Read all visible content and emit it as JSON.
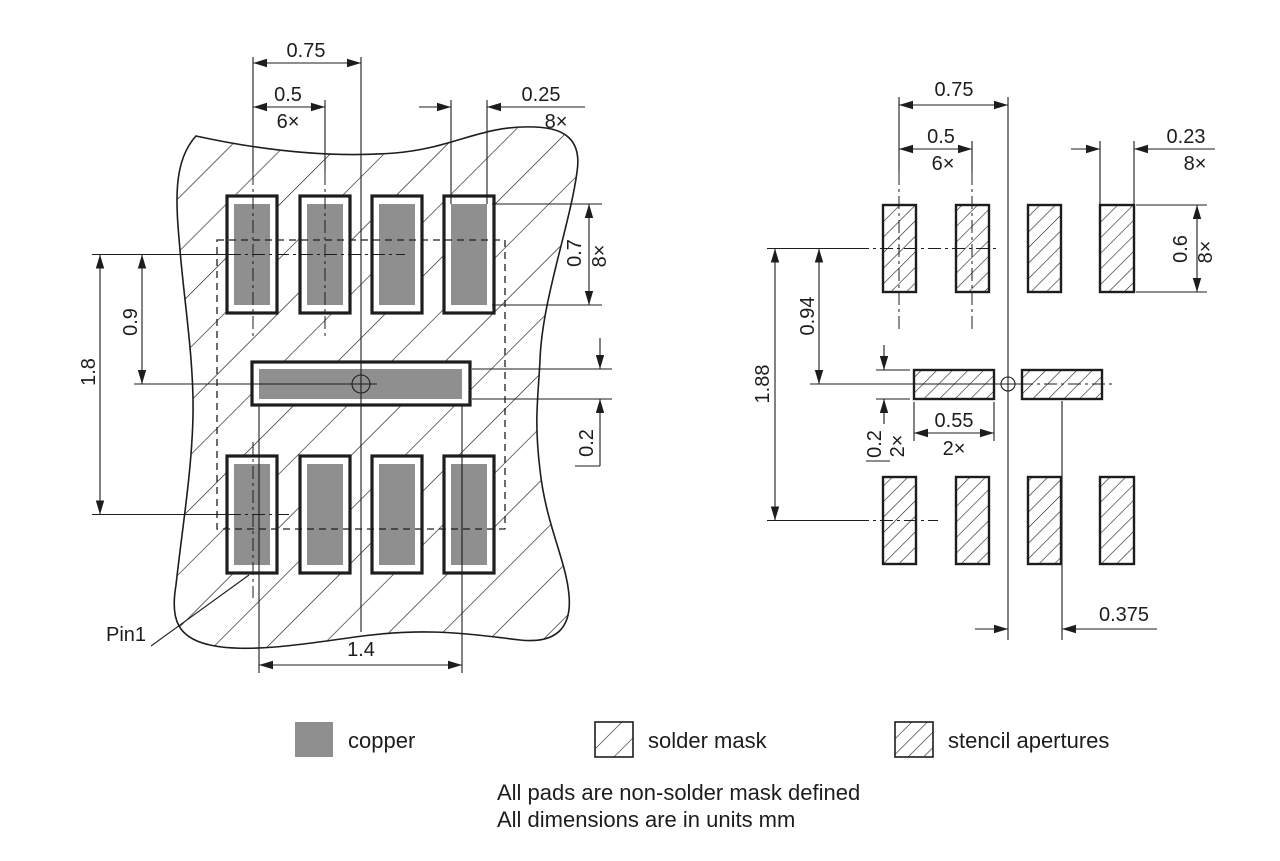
{
  "colors": {
    "copper": "#8f8f8f",
    "line": "#1d1d1d",
    "background": "#ffffff"
  },
  "left_drawing": {
    "pin1_label": "Pin1",
    "dim_pad_center_to_origin": "0.75",
    "dim_pad_pitch": "0.5",
    "count_pad_pitch": "6×",
    "dim_pad_width": "0.25",
    "count_pad_width": "8×",
    "dim_pad_height": "0.7",
    "count_pad_height": "8×",
    "dim_row_offset": "0.9",
    "dim_row_span": "1.8",
    "dim_center_pad_height": "0.2",
    "dim_center_pad_length": "1.4"
  },
  "right_drawing": {
    "dim_aperture_center_to_origin": "0.75",
    "dim_aperture_pitch": "0.5",
    "count_aperture_pitch": "6×",
    "dim_aperture_width": "0.23",
    "count_aperture_width": "8×",
    "dim_aperture_height": "0.6",
    "count_aperture_height": "8×",
    "dim_row_offset": "0.94",
    "dim_row_span": "1.88",
    "dim_center_aperture_height": "0.2",
    "count_center_aperture_height": "2×",
    "dim_center_aperture_length": "0.55",
    "count_center_aperture_length": "2×",
    "dim_center_aperture_offset": "0.375"
  },
  "legend": {
    "copper_label": "copper",
    "solder_mask_label": "solder mask",
    "stencil_label": "stencil apertures"
  },
  "notes": {
    "line1": "All pads are non-solder mask defined",
    "line2": "All dimensions are in units mm"
  }
}
